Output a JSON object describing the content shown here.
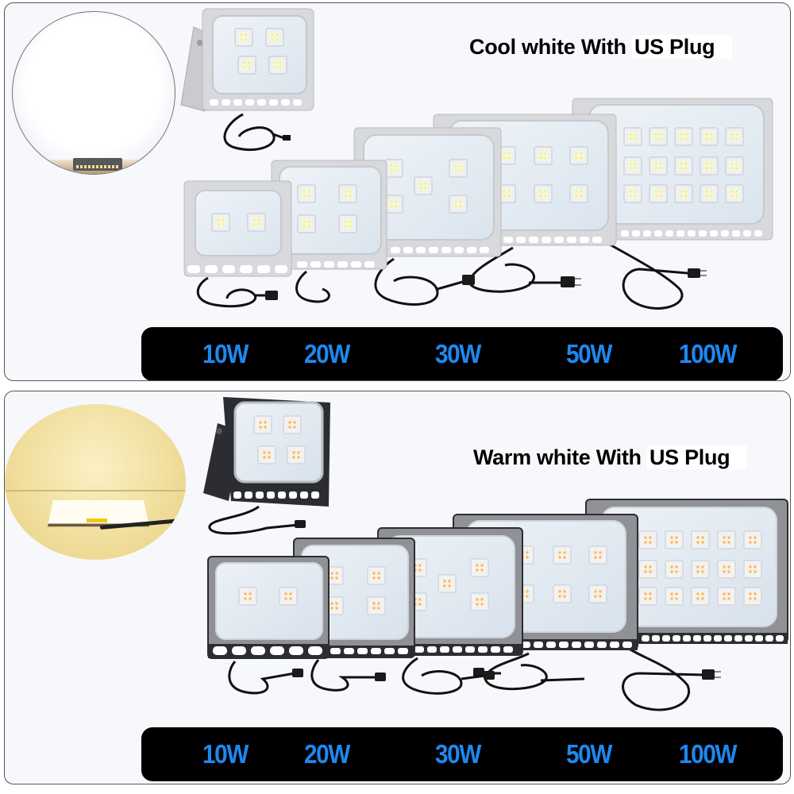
{
  "panels": [
    {
      "id": "cool",
      "title_part1": "Cool white With",
      "title_part2": "US Plug",
      "color_temperature": "Cool white",
      "plug_type": "US Plug",
      "housing_color": "#d6d7da",
      "lens_color": "#e4ebf2",
      "chip_color": "#f4f7d8",
      "glow_color": "#ffffff",
      "wattages": [
        "10W",
        "20W",
        "30W",
        "50W",
        "100W"
      ]
    },
    {
      "id": "warm",
      "title_part1": "Warm white With",
      "title_part2": "US Plug",
      "color_temperature": "Warm white",
      "plug_type": "US Plug",
      "housing_color": "#2b2d33",
      "lens_color": "#dfe7ef",
      "chip_color": "#f2c98a",
      "glow_color": "#f3e3a8",
      "wattages": [
        "10W",
        "20W",
        "30W",
        "50W",
        "100W"
      ]
    }
  ],
  "label_color": "#1e88f0",
  "label_bar_color": "#000000",
  "products": [
    {
      "wattage": "10W",
      "led_chips": 2
    },
    {
      "wattage": "20W",
      "led_chips": 4
    },
    {
      "wattage": "30W",
      "led_chips": 5
    },
    {
      "wattage": "50W",
      "led_chips": 6
    },
    {
      "wattage": "100W",
      "led_chips": 15
    }
  ]
}
